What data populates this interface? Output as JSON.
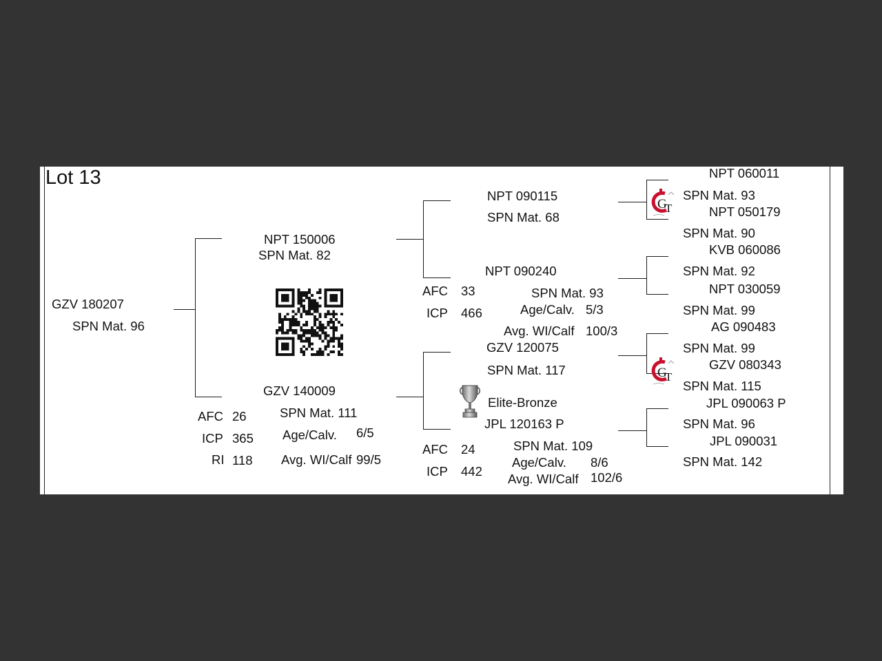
{
  "lot": "Lot 13",
  "animal": {
    "id": "GZV 180207",
    "spn": "SPN Mat. 96"
  },
  "sire": {
    "id": "NPT 150006",
    "spn": "SPN Mat. 82",
    "sire": {
      "id": "NPT 090115",
      "spn": "SPN Mat. 68",
      "sire": {
        "id": "NPT 060011",
        "spn": "SPN Mat. 93"
      },
      "dam": {
        "id": "NPT 050179",
        "spn": "SPN Mat. 90"
      }
    },
    "dam": {
      "id": "NPT 090240",
      "spn": "SPN Mat. 93",
      "afc_label": "AFC",
      "afc": "33",
      "icp_label": "ICP",
      "icp": "466",
      "age_label": "Age/Calv.",
      "age": "5/3",
      "avg_label": "Avg. WI/Calf",
      "avg": "100/3",
      "sire": {
        "id": "KVB 060086",
        "spn": "SPN Mat. 92"
      },
      "dam": {
        "id": "NPT 030059",
        "spn": "SPN Mat. 99"
      }
    }
  },
  "dam": {
    "id": "GZV 140009",
    "spn": "SPN Mat. 111",
    "afc_label": "AFC",
    "afc": "26",
    "icp_label": "ICP",
    "icp": "365",
    "ri_label": "RI",
    "ri": "118",
    "age_label": "Age/Calv.",
    "age": "6/5",
    "avg_label": "Avg. WI/Calf",
    "avg": "99/5",
    "sire": {
      "id": "GZV 120075",
      "spn": "SPN Mat. 117",
      "award": "Elite-Bronze",
      "sire": {
        "id": "AG  090483",
        "spn": "SPN Mat. 99"
      },
      "dam": {
        "id": "GZV 080343",
        "spn": "SPN Mat. 115"
      }
    },
    "dam": {
      "id": "JPL 120163  P",
      "spn": "SPN Mat. 109",
      "afc_label": "AFC",
      "afc": "24",
      "icp_label": "ICP",
      "icp": "442",
      "age_label": "Age/Calv.",
      "age": "8/6",
      "avg_label": "Avg. WI/Calf",
      "avg": "102/6",
      "sire": {
        "id": "JPL 090063  P",
        "spn": "SPN Mat. 96"
      },
      "dam": {
        "id": "JPL 090031",
        "spn": "SPN Mat. 142"
      }
    }
  },
  "icons": {
    "qr": "qr-code-icon",
    "trophy": "trophy-icon",
    "breeder_logo": "gt-logo-icon"
  },
  "colors": {
    "background": "#333333",
    "sheet": "#ffffff",
    "logo_red": "#c8102e"
  }
}
